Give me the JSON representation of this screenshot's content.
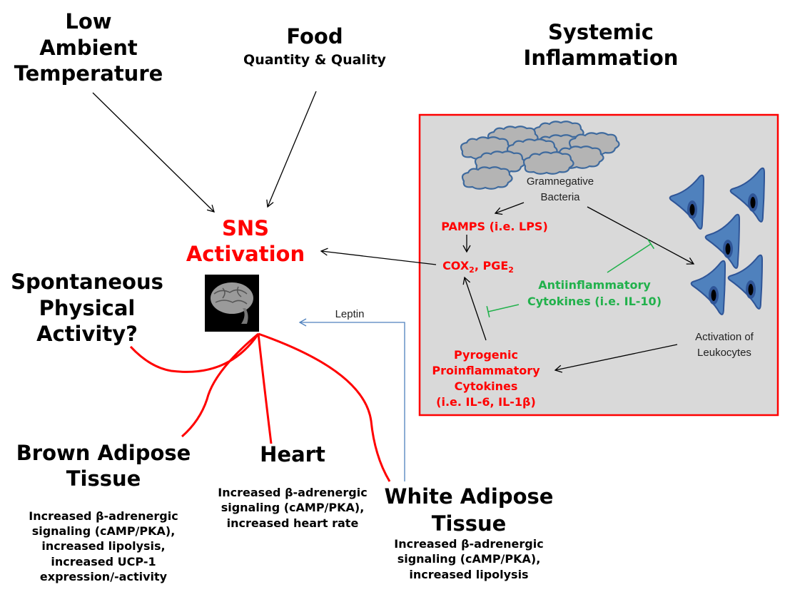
{
  "nodes": {
    "low_ambient": [
      "Low",
      "Ambient",
      "Temperature"
    ],
    "food": {
      "title": "Food",
      "subtitle": "Quantity & Quality"
    },
    "systemic": [
      "Systemic",
      "Inflammation"
    ],
    "sns": [
      "SNS",
      "Activation"
    ],
    "spontaneous": [
      "Spontaneous",
      "Physical",
      "Activity?"
    ],
    "brown": {
      "title": [
        "Brown Adipose",
        "Tissue"
      ],
      "desc": [
        "Increased β-adrenergic",
        "signaling (cAMP/PKA),",
        "increased lipolysis,",
        "increased UCP-1",
        "expression/-activity"
      ]
    },
    "heart": {
      "title": [
        "Heart"
      ],
      "desc": [
        "Increased β-adrenergic",
        "signaling (cAMP/PKA),",
        "increased heart rate"
      ]
    },
    "white": {
      "title": [
        "White Adipose",
        "Tissue"
      ],
      "desc": [
        "Increased β-adrenergic",
        "signaling (cAMP/PKA),",
        "increased lipolysis"
      ]
    },
    "leptin": "Leptin"
  },
  "inflammation_box": {
    "bacteria": [
      "Gramnegative",
      "Bacteria"
    ],
    "pamps": "PAMPS (i.e. LPS)",
    "cox": {
      "a": "COX",
      "a_sub": "2",
      "sep": ", PGE",
      "b_sub": "2"
    },
    "anti": [
      "Antiinflammatory",
      "Cytokines (i.e. IL-10)"
    ],
    "pyro": [
      "Pyrogenic",
      "Proinflammatory",
      "Cytokines",
      "(i.e. IL-6, IL-1β)"
    ],
    "leukocytes": [
      "Activation of",
      "Leukocytes"
    ]
  },
  "colors": {
    "red": "#ff0000",
    "green": "#22b14c",
    "blue": "#4f81bd",
    "box": "#d9d9d9"
  }
}
